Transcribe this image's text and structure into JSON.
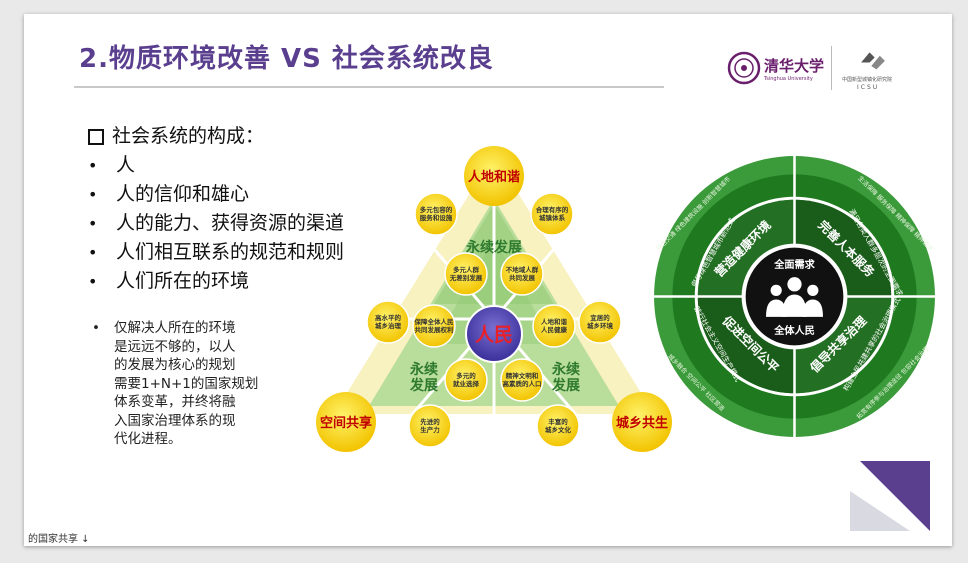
{
  "title": "2.物质环境改善 VS 社会系统改良",
  "logo": {
    "name": "清华大学",
    "sub": "Tsinghua University",
    "icsu_cn": "中国新型城镇化研究院",
    "icsu_en": "ICSU"
  },
  "section": {
    "heading": "社会系统的构成：",
    "items": [
      "人",
      "人的信仰和雄心",
      "人的能力、获得资源的渠道",
      "人们相互联系的规范和规则",
      "人们所在的环境"
    ]
  },
  "note": {
    "lines": [
      "仅解决人所在的环境",
      "是远远不够的，以人",
      "的发展为核心的规划",
      "需要1+N+1的国家规划",
      "体系变革，并终将融",
      "入国家治理体系的现",
      "代化进程。"
    ]
  },
  "triangle": {
    "center": "人民",
    "corners": {
      "top": "人地和谐",
      "left": "空间共享",
      "right": "城乡共生"
    },
    "sides": {
      "top": "永续发展",
      "left": "永续\n发展",
      "right": "永续\n发展"
    },
    "nodes": {
      "n1": "多元包容的\n服务和设施",
      "n2": "合理有序的\n城镇体系",
      "n3": "多元人群\n无差别发展",
      "n4": "不地域人群\n共同发展",
      "n5": "高水平的\n城乡治理",
      "n6": "保障全体人民\n共同发展权利",
      "n7": "人地和谐\n人民健康",
      "n8": "宜居的\n城乡环境",
      "n9": "多元的\n就业选择",
      "n10": "精神文明和\n高素质的人口",
      "n11": "先进的\n生产力",
      "n12": "丰富的\n城乡文化"
    }
  },
  "wheel": {
    "center_top": "全面需求",
    "center_bottom": "全体人民",
    "quad_tl": "营造健康环境",
    "quad_tr": "完善人本服务",
    "quad_bl": "促进空间公平",
    "quad_br": "倡导共享治理",
    "ring_tl": "倡导绿色智慧城市新范式",
    "ring_tr": "满足各类人群多层次的全面需求",
    "ring_bl": "践行社会主义空间生产模式",
    "ring_br": "构建全民共建共享的社会治理模式",
    "outer_tl": "绿色交通  绿色建筑设施  创新智慧城市",
    "outer_tr": "生活保障  服务保障  精神保障  精神需求",
    "outer_bl": "城乡融合  空间公平  社区营造",
    "outer_br": "拓宽有序参与治理途径  包容社会治理"
  },
  "bottom_crop": "的国家共享 ↓"
}
